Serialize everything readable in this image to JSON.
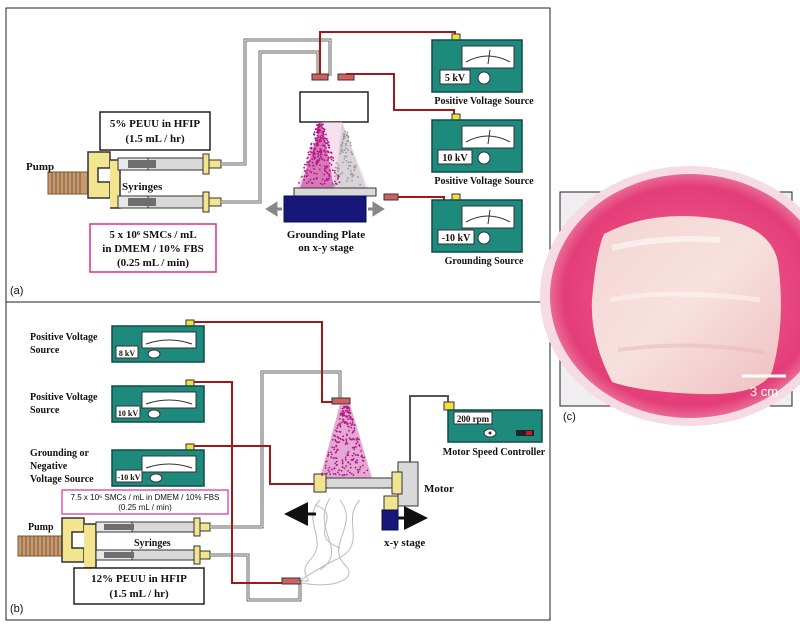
{
  "panel_a": {
    "label": "(a)",
    "pump": "Pump",
    "syringes": "Syringes",
    "box_top_line1": "5% PEUU in HFIP",
    "box_top_line2": "(1.5 mL / hr)",
    "box_bottom_line1": "5 x 10⁶ SMCs / mL",
    "box_bottom_line2": "in DMEM / 10% FBS",
    "box_bottom_line3": "(0.25 mL / min)",
    "plate_line1": "Grounding Plate",
    "plate_line2": "on x-y stage",
    "sources": [
      {
        "value": "5 kV",
        "label": "Positive Voltage Source"
      },
      {
        "value": "10 kV",
        "label": "Positive Voltage Source"
      },
      {
        "value": "-10 kV",
        "label": "Grounding  Source"
      }
    ]
  },
  "panel_b": {
    "label": "(b)",
    "pump": "Pump",
    "syringes": "Syringes",
    "source_labels": [
      {
        "line1": "Positive Voltage",
        "line2": "Source",
        "line3": "",
        "value": "8 kV"
      },
      {
        "line1": "Positive Voltage",
        "line2": "Source",
        "line3": "",
        "value": "10 kV"
      },
      {
        "line1": "Grounding or",
        "line2": "Negative",
        "line3": "Voltage Source",
        "value": "-10 kV"
      }
    ],
    "cells_box_line1": "7.5 x 10⁶ SMCs / mL in DMEM / 10% FBS",
    "cells_box_line2": "(0.25 mL / min)",
    "peuu_box_line1": "12% PEUU in HFIP",
    "peuu_box_line2": "(1.5 mL / hr)",
    "motor": "Motor",
    "xy_stage": "x-y stage",
    "rpm": "200 rpm",
    "motor_controller": "Motor Speed Controller"
  },
  "panel_c": {
    "label": "(c)",
    "scale": "3 cm"
  },
  "colors": {
    "teal": "#1e8a7e",
    "wire": "#a01818",
    "magenta_box": "#d0309a",
    "spray": "#c02090",
    "navy": "#17177a",
    "syringe_yellow": "#f3e58f",
    "dish_pink": "#e8407a"
  }
}
